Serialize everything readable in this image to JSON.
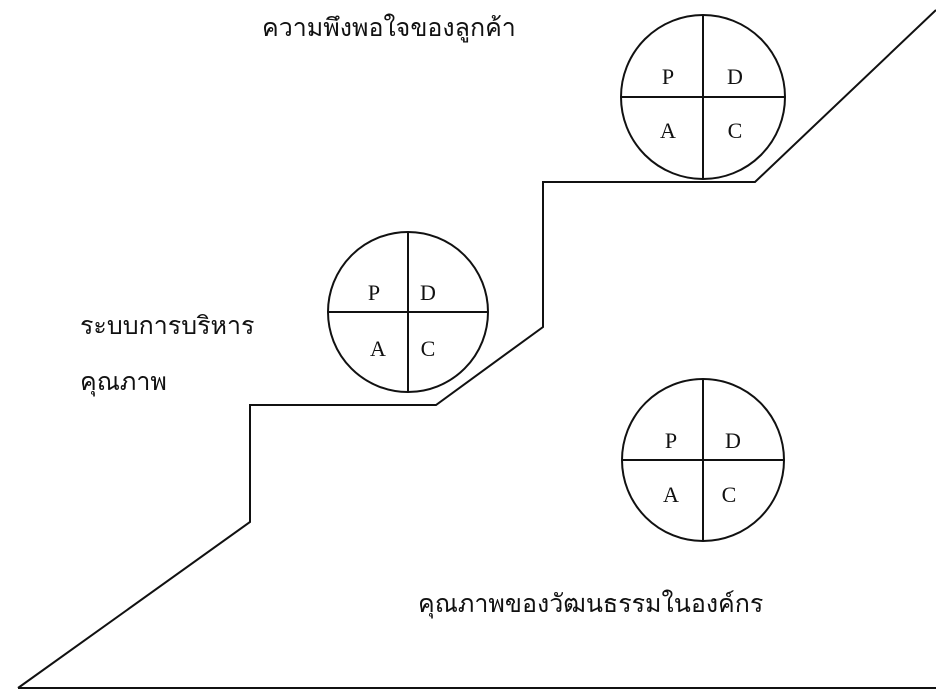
{
  "labels": {
    "customer_satisfaction": "ความพึงพอใจของลูกค้า",
    "qms_line1": "ระบบการบริหาร",
    "qms_line2": "คุณภาพ",
    "org_culture_quality": "คุณภาพของวัฒนธรรมในองค์กร"
  },
  "pdca": {
    "plan": "P",
    "do": "D",
    "act": "A",
    "check": "C"
  },
  "colors": {
    "line": "#111111",
    "background": "#ffffff"
  }
}
